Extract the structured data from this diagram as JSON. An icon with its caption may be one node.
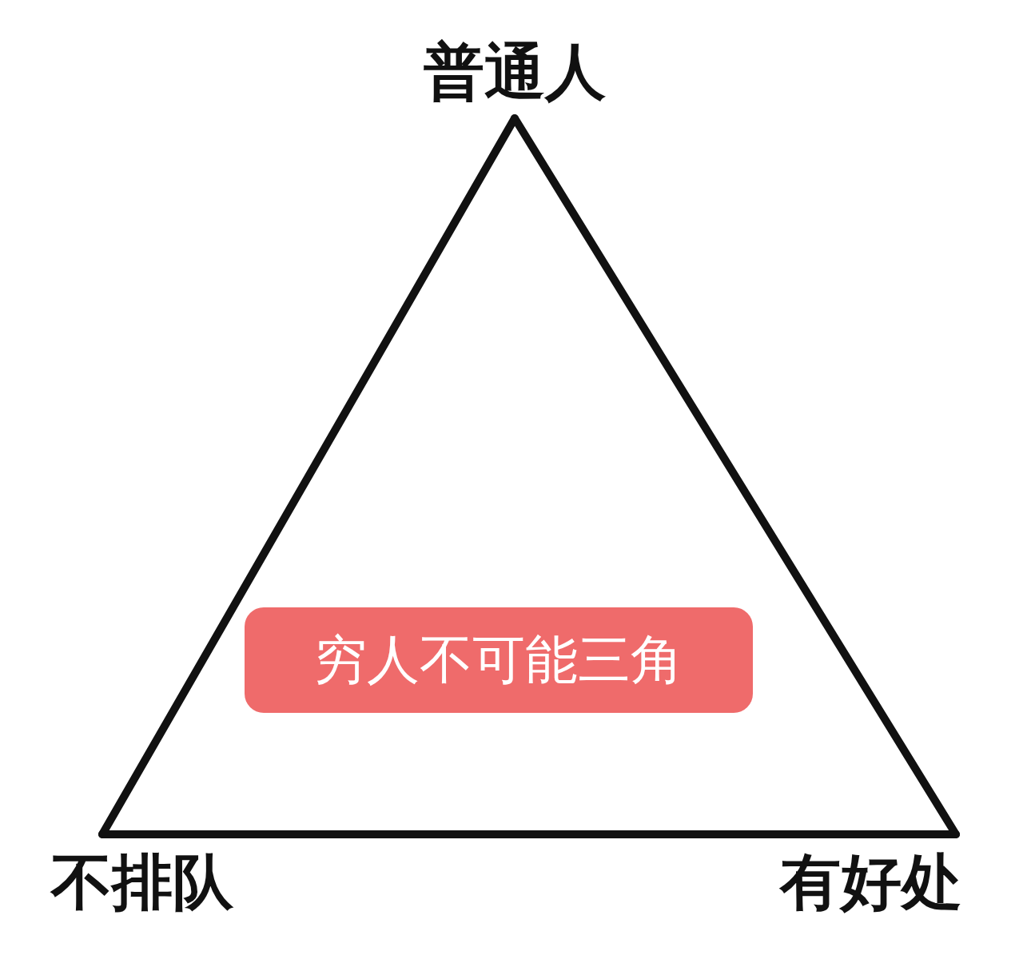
{
  "diagram": {
    "nodes": [
      {
        "text": [
          "普通人"
        ]
      },
      {
        "text": [
          "不排队"
        ]
      },
      {
        "text": [
          "有好处"
        ]
      },
      {
        "text": [
          "穷人不可能三角"
        ]
      }
    ],
    "edges": [
      {
        "from": 0,
        "to": 1,
        "arrow": "none"
      },
      {
        "from": 1,
        "to": 2,
        "arrow": "none"
      },
      {
        "from": 2,
        "to": 0,
        "arrow": "none"
      }
    ]
  }
}
